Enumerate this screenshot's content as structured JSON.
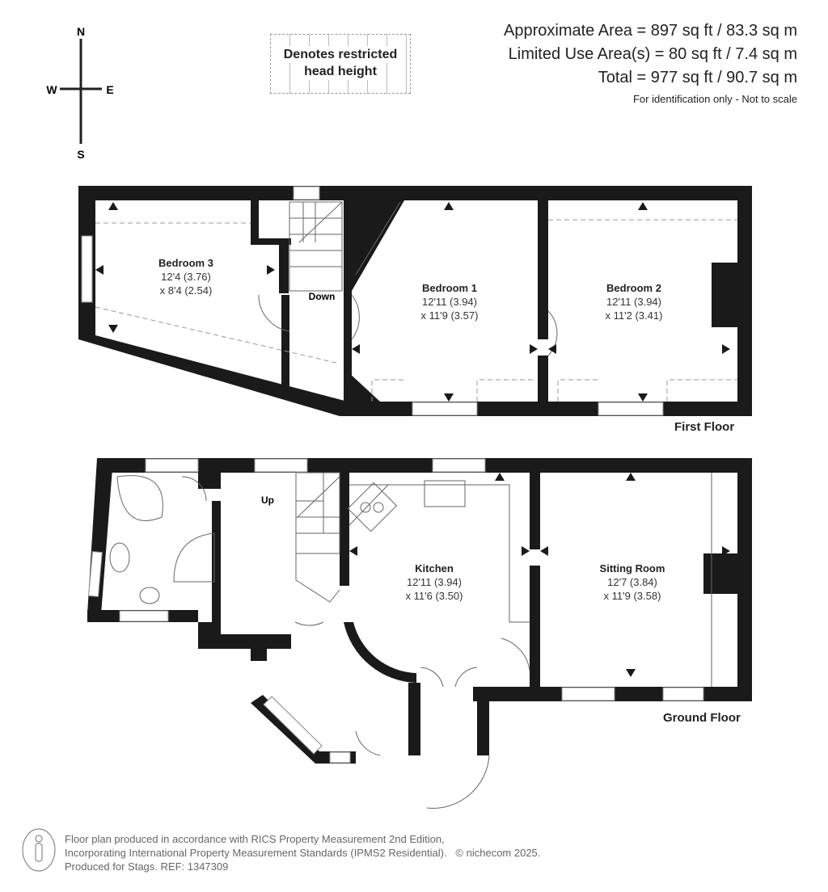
{
  "areas": {
    "approximate": "Approximate Area = 897 sq ft / 83.3 sq m",
    "limited": "Limited Use Area(s) = 80 sq ft / 7.4 sq m",
    "total": "Total = 977 sq ft / 90.7 sq m",
    "note": "For identification only - Not to scale"
  },
  "legend": {
    "line1": "Denotes restricted",
    "line2": "head height"
  },
  "compass": {
    "n": "N",
    "s": "S",
    "e": "E",
    "w": "W"
  },
  "first_floor": {
    "label": "First Floor",
    "stairs": "Down",
    "rooms": [
      {
        "name": "Bedroom 3",
        "dim1": "12'4 (3.76)",
        "dim2": "x 8'4 (2.54)"
      },
      {
        "name": "Bedroom 1",
        "dim1": "12'11 (3.94)",
        "dim2": "x 11'9 (3.57)"
      },
      {
        "name": "Bedroom 2",
        "dim1": "12'11 (3.94)",
        "dim2": "x 11'2 (3.41)"
      }
    ]
  },
  "ground_floor": {
    "label": "Ground Floor",
    "stairs": "Up",
    "rooms": [
      {
        "name": "Kitchen",
        "dim1": "12'11 (3.94)",
        "dim2": "x 11'6 (3.50)"
      },
      {
        "name": "Sitting Room",
        "dim1": "12'7 (3.84)",
        "dim2": "x 11'9 (3.58)"
      }
    ]
  },
  "footer": {
    "line1": "Floor plan produced in accordance with RICS Property Measurement 2nd Edition,",
    "line2": "Incorporating International Property Measurement Standards (IPMS2 Residential).",
    "copyright": "© nichecom 2025.",
    "line3": "Produced for Stags.   REF: 1347309"
  },
  "colors": {
    "wall": "#1a1a1a",
    "text": "#222222",
    "dashed": "#999999"
  }
}
